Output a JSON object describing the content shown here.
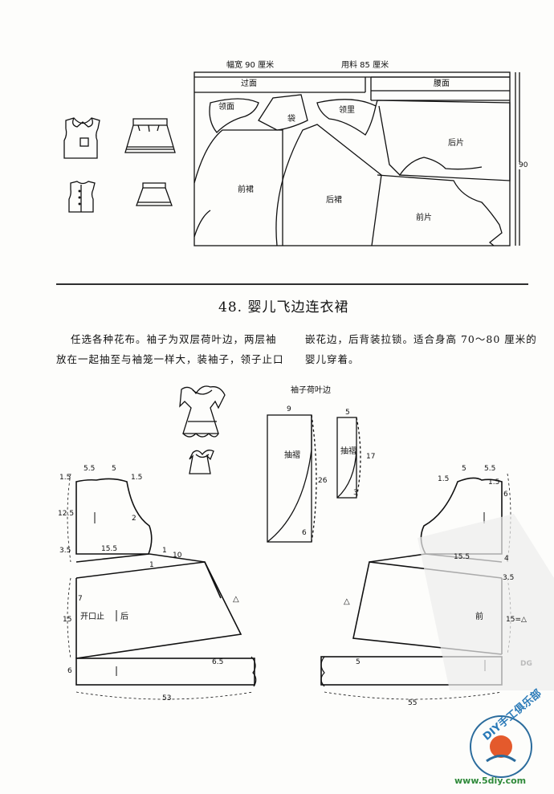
{
  "layout1": {
    "fabric_width": "幅宽 90 厘米",
    "fabric_used": "用料 85 厘米",
    "pieces": {
      "guomian": "过面",
      "yaomian": "腰面",
      "lingmian": "领面",
      "dai": "袋",
      "lingli": "领里",
      "houpian": "后片",
      "qianqun": "前裙",
      "houqun": "后裙",
      "qianpian": "前片"
    },
    "side_dim": "90"
  },
  "section": {
    "title": "48. 婴儿飞边连衣裙",
    "para_left_1": "任选各种花布。袖子为双层荷叶边，两层袖",
    "para_left_2": "放在一起抽至与袖笼一样大，装袖子，领子止口",
    "para_right_1": "嵌花边，后背装拉锁。适合身高 70～80 厘米的",
    "para_right_2": "婴儿穿着。"
  },
  "sleeve": {
    "title": "袖子荷叶边",
    "left_top": "9",
    "left_gather": "抽褶",
    "left_side": "26",
    "left_bottom": "6",
    "right_top": "5",
    "right_gather": "抽褶",
    "right_side": "17",
    "right_bottom": "3"
  },
  "back_pattern": {
    "d_5_5": "5.5",
    "d_5": "5",
    "d_1_5a": "1.5",
    "d_1_5b": "1.5",
    "d_12_5": "12.5",
    "d_3_5": "3.5",
    "d_15_5": "15.5",
    "d_2": "2",
    "d_1a": "1",
    "d_1b": "1",
    "d_10": "10",
    "d_7": "7",
    "d_15": "15",
    "kaikou": "开口止",
    "hou": "后",
    "d_6_5": "6.5",
    "d_6": "6",
    "d_53": "53",
    "tri": "△"
  },
  "front_pattern": {
    "d_5": "5",
    "d_5_5": "5.5",
    "d_1_5a": "1.5",
    "d_1_5b": "1.5",
    "d_6": "6",
    "d_15_5": "15.5",
    "d_4": "4",
    "d_3_5": "3.5",
    "qian": "前",
    "d_15_tri": "15=△",
    "d_5b": "5",
    "d_55": "55",
    "tri": "△"
  },
  "watermark": {
    "diy": "DIY手工俱乐部",
    "site": "www.5diy.com",
    "dg": "DG"
  }
}
